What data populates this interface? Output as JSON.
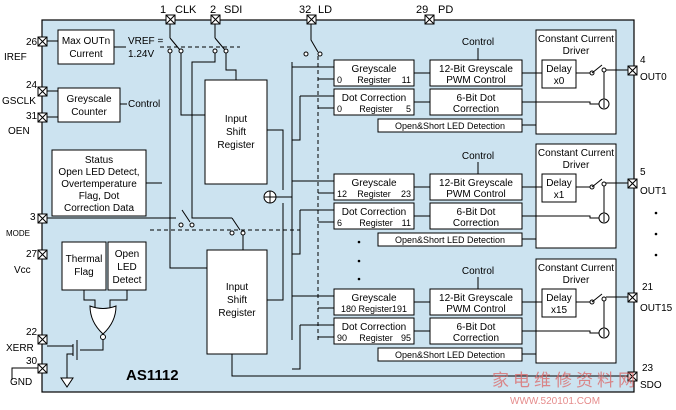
{
  "chip": {
    "name": "AS1112"
  },
  "pins": {
    "clk": {
      "num": "1",
      "name": "CLK"
    },
    "sdi": {
      "num": "2",
      "name": "SDI"
    },
    "ld": {
      "num": "32",
      "name": "LD"
    },
    "pd": {
      "num": "29",
      "name": "PD"
    },
    "iref": {
      "num": "26",
      "name": "IREF"
    },
    "gsclk": {
      "num": "24",
      "name": "GSCLK"
    },
    "oen": {
      "num": "31",
      "name": "OEN"
    },
    "mode": {
      "num": "3",
      "name": "MODE"
    },
    "vcc": {
      "num": "27",
      "name": "Vcc"
    },
    "xerr": {
      "num": "22",
      "name": "XERR"
    },
    "gnd": {
      "num": "30",
      "name": "GND"
    },
    "out0": {
      "num": "4",
      "name": "OUT0"
    },
    "out1": {
      "num": "5",
      "name": "OUT1"
    },
    "out15": {
      "num": "21",
      "name": "OUT15"
    },
    "sdo": {
      "num": "23",
      "name": "SDO"
    }
  },
  "blocks": {
    "max_out": [
      "Max OUTn",
      "Current"
    ],
    "vref": [
      "VREF =",
      "1.24V"
    ],
    "gs_counter": [
      "Greyscale",
      "Counter"
    ],
    "control_label": "Control",
    "status": [
      "Status",
      "Open LED Detect,",
      "Overtemperature",
      "Flag, Dot",
      "Correction Data"
    ],
    "thermal": [
      "Thermal",
      "Flag"
    ],
    "open_led": [
      "Open",
      "LED",
      "Detect"
    ],
    "shift_top": [
      "Input",
      "Shift",
      "Register"
    ],
    "shift_bottom": [
      "Input",
      "Shift",
      "Register"
    ]
  },
  "channels": [
    {
      "control": "Control",
      "gs": [
        "Greyscale",
        "0",
        "Register",
        "11"
      ],
      "pwm": [
        "12-Bit Greyscale",
        "PWM Control"
      ],
      "dc": [
        "Dot Correction",
        "0",
        "Register",
        "5"
      ],
      "dotc": [
        "6-Bit Dot",
        "Correction"
      ],
      "ccd": [
        "Constant Current",
        "Driver"
      ],
      "delay": [
        "Delay",
        "x0"
      ],
      "detect": "Open&Short LED Detection"
    },
    {
      "control": "Control",
      "gs": [
        "Greyscale",
        "12",
        "Register",
        "23"
      ],
      "pwm": [
        "12-Bit Greyscale",
        "PWM Control"
      ],
      "dc": [
        "Dot Correction",
        "6",
        "Register",
        "11"
      ],
      "dotc": [
        "6-Bit Dot",
        "Correction"
      ],
      "ccd": [
        "Constant Current",
        "Driver"
      ],
      "delay": [
        "Delay",
        "x1"
      ],
      "detect": "Open&Short LED Detection"
    },
    {
      "control": "Control",
      "gs": [
        "Greyscale",
        "180 Register191"
      ],
      "pwm": [
        "12-Bit Greyscale",
        "PWM Control"
      ],
      "dc": [
        "Dot Correction",
        "90",
        "Register",
        "95"
      ],
      "dotc": [
        "6-Bit Dot",
        "Correction"
      ],
      "ccd": [
        "Constant Current",
        "Driver"
      ],
      "delay": [
        "Delay",
        "x15"
      ],
      "detect": "Open&Short LED Detection"
    }
  ],
  "watermark": {
    "cn": "家电维修资料网",
    "url": "WWW.520101.COM"
  },
  "colors": {
    "package_fill": "#cce3f0",
    "watermark": "#dd6666"
  }
}
